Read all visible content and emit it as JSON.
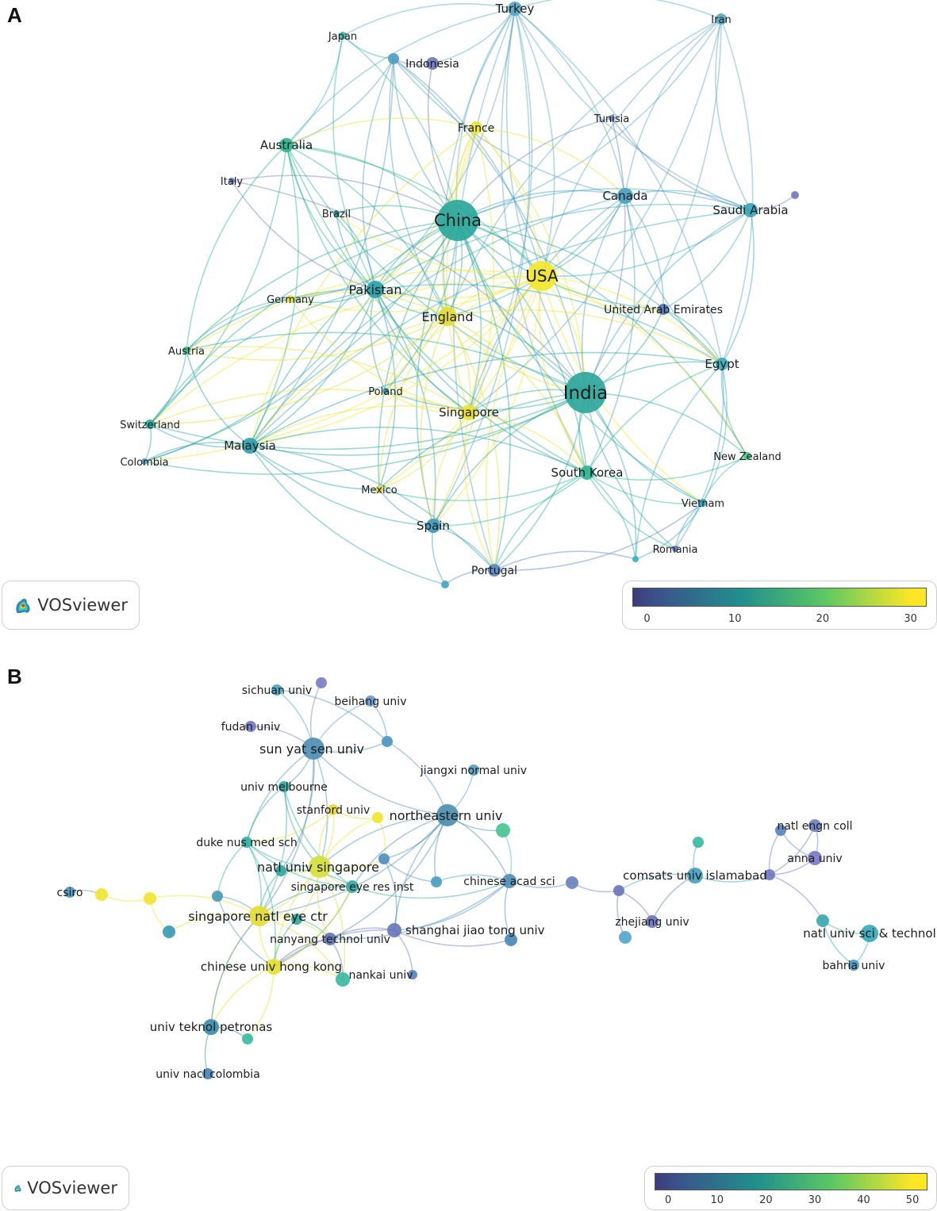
{
  "panels": [
    {
      "letter": "A",
      "legend_ticks": [
        "0",
        "10",
        "20",
        "30"
      ],
      "logo_text": "VOSviewer",
      "nodes": [
        {
          "label": "Turkey",
          "color": "#5aa7c3"
        },
        {
          "label": "Iran",
          "color": "#5aa7c3"
        },
        {
          "label": "Japan",
          "color": "#3bb8a8"
        },
        {
          "label": "Indonesia",
          "color": "#6f78bb"
        },
        {
          "label": "",
          "color": "#4f9ec0"
        },
        {
          "label": "France",
          "color": "#e8e33a"
        },
        {
          "label": "Tunisia",
          "color": "#6a86be"
        },
        {
          "label": "Australia",
          "color": "#2fb48f"
        },
        {
          "label": "Italy",
          "color": "#6a86be"
        },
        {
          "label": "Canada",
          "color": "#4a9fbf"
        },
        {
          "label": "Saudi Arabia",
          "color": "#3aa6ba"
        },
        {
          "label": "",
          "color": "#7478c0"
        },
        {
          "label": "China",
          "color": "#2aa79b"
        },
        {
          "label": "Brazil",
          "color": "#2ea59f"
        },
        {
          "label": "USA",
          "color": "#f2e630"
        },
        {
          "label": "Pakistan",
          "color": "#2e9fa8"
        },
        {
          "label": "Germany",
          "color": "#e7df45"
        },
        {
          "label": "England",
          "color": "#e3db39"
        },
        {
          "label": "United Arab Emirates",
          "color": "#5a73b8"
        },
        {
          "label": "Austria",
          "color": "#3cba8c"
        },
        {
          "label": "Egypt",
          "color": "#3ea9b8"
        },
        {
          "label": "India",
          "color": "#2ea69c"
        },
        {
          "label": "Poland",
          "color": "#4aa4bd"
        },
        {
          "label": "Singapore",
          "color": "#e9e23d"
        },
        {
          "label": "Switzerland",
          "color": "#2fa8a2"
        },
        {
          "label": "Malaysia",
          "color": "#2d9fb0"
        },
        {
          "label": "New Zealand",
          "color": "#4cc487"
        },
        {
          "label": "Colombia",
          "color": "#5aa4c4"
        },
        {
          "label": "South Korea",
          "color": "#2db596"
        },
        {
          "label": "Mexico",
          "color": "#dcda4d"
        },
        {
          "label": "Vietnam",
          "color": "#3a9fc0"
        },
        {
          "label": "Spain",
          "color": "#3f98bb"
        },
        {
          "label": "Romania",
          "color": "#6a79bc"
        },
        {
          "label": "",
          "color": "#3ab4b5"
        },
        {
          "label": "Portugal",
          "color": "#5a86c0"
        },
        {
          "label": "",
          "color": "#4aa4c3"
        }
      ]
    },
    {
      "letter": "B",
      "legend_ticks": [
        "0",
        "10",
        "20",
        "30",
        "40",
        "50"
      ],
      "logo_text": "VOSviewer",
      "nodes": [
        {
          "label": "",
          "color": "#7d7ec4"
        },
        {
          "label": "sichuan univ",
          "color": "#4aa6bd"
        },
        {
          "label": "beihang univ",
          "color": "#6a9ac4"
        },
        {
          "label": "fudan univ",
          "color": "#7378c0"
        },
        {
          "label": "sun yat sen univ",
          "color": "#4f8fb4"
        },
        {
          "label": "",
          "color": "#4e96bd"
        },
        {
          "label": "jiangxi normal univ",
          "color": "#5a9fc0"
        },
        {
          "label": "univ melbourne",
          "color": "#2fa8a2"
        },
        {
          "label": "stanford univ",
          "color": "#e6dd3c"
        },
        {
          "label": "",
          "color": "#f0e531"
        },
        {
          "label": "northeastern univ",
          "color": "#4e8fb0"
        },
        {
          "label": "",
          "color": "#49c491"
        },
        {
          "label": "duke nus med sch",
          "color": "#33b1a6"
        },
        {
          "label": "natl univ singapore",
          "color": "#d6df3f"
        },
        {
          "label": "",
          "color": "#2ea8a0"
        },
        {
          "label": "",
          "color": "#4f8fbf"
        },
        {
          "label": "singapore eye res inst",
          "color": "#3ba7a2"
        },
        {
          "label": "",
          "color": "#4a9fc2"
        },
        {
          "label": "chinese acad sci",
          "color": "#4f8fb8"
        },
        {
          "label": "",
          "color": "#6a82c0"
        },
        {
          "label": "csiro",
          "color": "#4a9ac0"
        },
        {
          "label": "",
          "color": "#f0e532"
        },
        {
          "label": "",
          "color": "#f0e532"
        },
        {
          "label": "",
          "color": "#4a9ab8"
        },
        {
          "label": "singapore natl eye ctr",
          "color": "#e3dd34"
        },
        {
          "label": "",
          "color": "#31a9a1"
        },
        {
          "label": "",
          "color": "#3a9ab6"
        },
        {
          "label": "nanyang technol univ",
          "color": "#6276b4"
        },
        {
          "label": "shanghai jiao tong univ",
          "color": "#6a78bb"
        },
        {
          "label": "",
          "color": "#4c88b8"
        },
        {
          "label": "chinese univ hong kong",
          "color": "#e5df2e"
        },
        {
          "label": "",
          "color": "#3bb8a0"
        },
        {
          "label": "nankai univ",
          "color": "#5a82bc"
        },
        {
          "label": "univ teknol petronas",
          "color": "#3a8eb0"
        },
        {
          "label": "",
          "color": "#3bbb9e"
        },
        {
          "label": "univ nacl colombia",
          "color": "#4a86b4"
        },
        {
          "label": "comsats univ islamabad",
          "color": "#4a9ec0"
        },
        {
          "label": "",
          "color": "#3bbba1"
        },
        {
          "label": "",
          "color": "#6a74bd"
        },
        {
          "label": "zhejiang univ",
          "color": "#6a76bd"
        },
        {
          "label": "",
          "color": "#55a6cc"
        },
        {
          "label": "natl engn coll",
          "color": "#6e80c2"
        },
        {
          "label": "",
          "color": "#5a86c0"
        },
        {
          "label": "anna univ",
          "color": "#7d7ac4"
        },
        {
          "label": "",
          "color": "#7478c0"
        },
        {
          "label": "",
          "color": "#3ca8b0"
        },
        {
          "label": "natl univ sci & technol",
          "color": "#3aa8b6"
        },
        {
          "label": "bahria univ",
          "color": "#4a9ac4"
        }
      ]
    }
  ]
}
